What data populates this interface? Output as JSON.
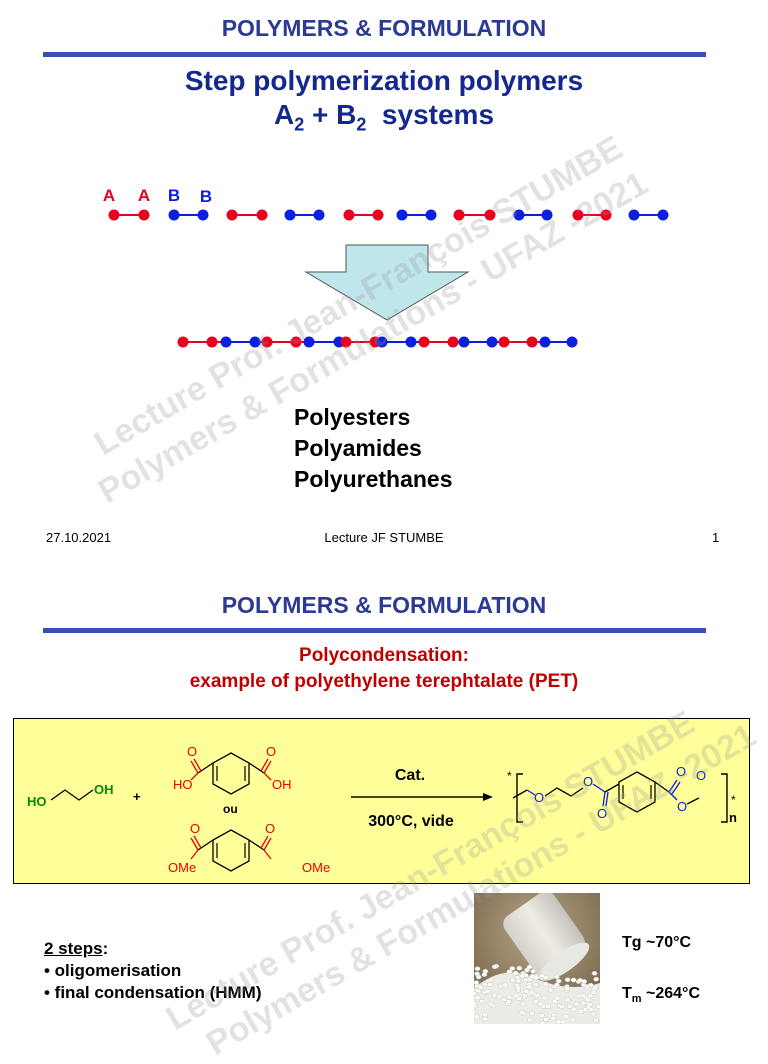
{
  "slide1": {
    "header": "POLYMERS & FORMULATION",
    "title_line1": "Step polymerization polymers",
    "title_a": "A",
    "title_a_sub": "2",
    "title_plus": " + B",
    "title_b_sub": "2",
    "title_rest": "  systems",
    "labels": [
      "A",
      "A",
      "B",
      "B"
    ],
    "colors": {
      "a": "#e8001c",
      "b": "#0a1fe0",
      "arrow_fill": "#bfe6ea"
    },
    "polymer_classes": [
      "Polyesters",
      "Polyamides",
      "Polyurethanes"
    ],
    "footer": {
      "date": "27.10.2021",
      "lecture": "Lecture JF STUMBE",
      "page": "1"
    }
  },
  "slide2": {
    "header": "POLYMERS & FORMULATION",
    "title_line1": "Polycondensation:",
    "title_line2": "example of polyethylene terephtalate (PET)",
    "reaction": {
      "plus": "+",
      "ou": "ou",
      "catalyst": "Cat.",
      "conditions": "300°C, vide",
      "ho": "HO",
      "oh": "OH",
      "o": "O",
      "ome": "OMe",
      "n": "n",
      "star": "*"
    },
    "steps_title": "2 steps",
    "steps_colon": ":",
    "steps": [
      "• oligomerisation",
      "• final condensation  (HMM)"
    ],
    "tg": "Tg ~70°C",
    "tm_t": "T",
    "tm_sub": "m",
    "tm_rest": " ~264°C"
  },
  "watermark": {
    "line1": "Lecture Prof. Jean-François STUMBE",
    "line2": "Polymers & Formulations - UFAZ -2021"
  }
}
